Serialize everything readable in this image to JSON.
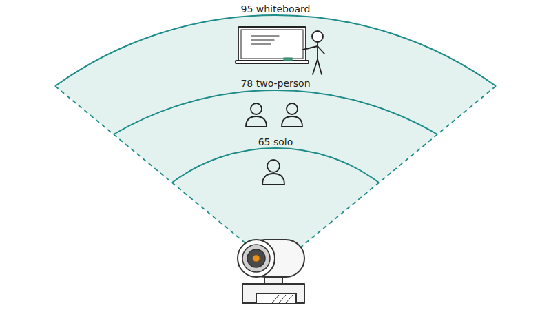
{
  "diagram": {
    "nodes": [
      {
        "text": [
          "95 whiteboard"
        ]
      },
      {
        "text": [
          "78 two-person"
        ],
        "in": 0
      },
      {
        "text": [
          "65 solo"
        ],
        "in": 1
      }
    ]
  }
}
